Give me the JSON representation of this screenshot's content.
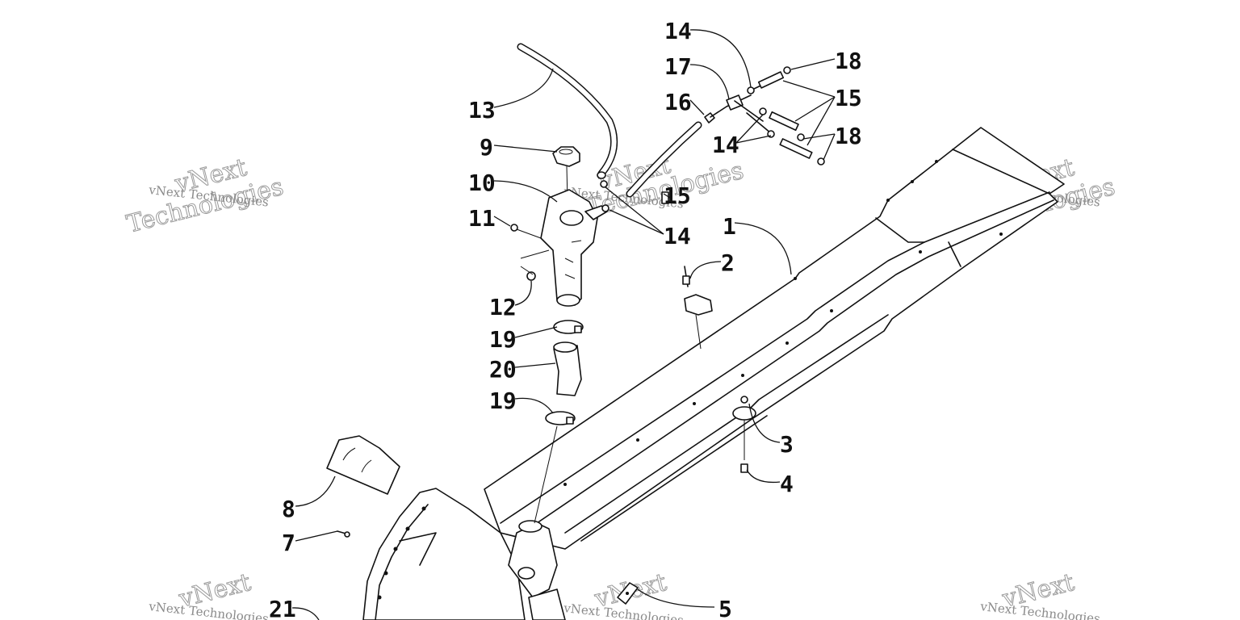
{
  "watermark": {
    "text": "vNext Technologies",
    "word1": "vNext",
    "word2": "Technologies"
  },
  "callouts": [
    "1",
    "2",
    "3",
    "4",
    "5",
    "7",
    "8",
    "9",
    "10",
    "11",
    "12",
    "13",
    "14",
    "14",
    "14",
    "15",
    "15",
    "16",
    "17",
    "18",
    "18",
    "19",
    "19",
    "20",
    "21"
  ],
  "colors": {
    "ink": "#111111",
    "watermark": "#8a8a8a",
    "background": "#ffffff"
  }
}
